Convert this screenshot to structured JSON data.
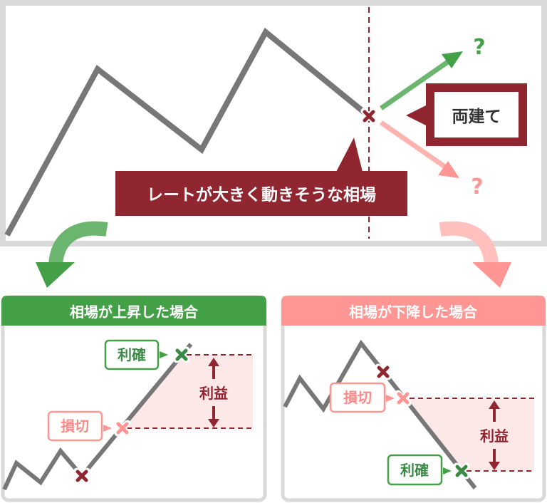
{
  "top": {
    "callout_hedge": "両建て",
    "callout_market": "レートが大きく動きそうな相場",
    "question_up": "?",
    "question_down": "?"
  },
  "panels": {
    "rise": {
      "title": "相場が上昇した場合",
      "take_profit": "利確",
      "stop_loss": "損切",
      "profit": "利益"
    },
    "fall": {
      "title": "相場が下降した場合",
      "take_profit": "利確",
      "stop_loss": "損切",
      "profit": "利益"
    }
  },
  "colors": {
    "green": "#43a047",
    "dark_green": "#3a8a45",
    "pink": "#ff9693",
    "dark_red": "#8f2630",
    "gray_line": "#777777",
    "border": "#d9d9d9",
    "profit_fill": "#fde8e8"
  }
}
